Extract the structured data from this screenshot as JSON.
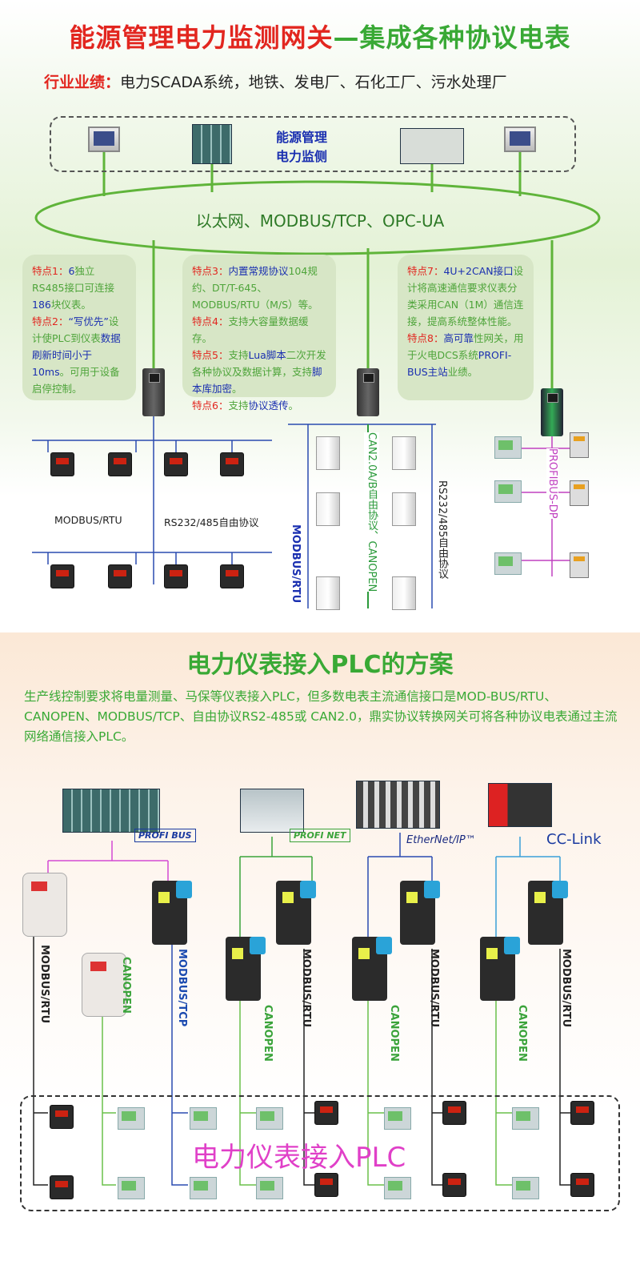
{
  "title": {
    "part1": "能源管理电力监测网关",
    "part2": "—集成各种协议电表"
  },
  "subtitle": {
    "label": "行业业绩：",
    "text": "电力SCADA系统，地铁、发电厂、石化工厂、污水处理厂"
  },
  "top_system": {
    "line1": "能源管理",
    "line2": "电力监侧"
  },
  "network": "以太网、MODBUS/TCP、OPC-UA",
  "features": {
    "box1": [
      {
        "k": "特点1：",
        "t": [
          [
            "b",
            "6"
          ],
          [
            "g",
            "独立RS485接口可连接"
          ],
          [
            "b",
            "186"
          ],
          [
            "g",
            "块仪表。"
          ]
        ]
      },
      {
        "k": "特点2：",
        "t": [
          [
            "b",
            "“写优先”"
          ],
          [
            "g",
            "设计使PLC到仪表"
          ],
          [
            "b",
            "数据刷新时间小于10ms"
          ],
          [
            "g",
            "。可用于设备启停控制。"
          ]
        ]
      }
    ],
    "box2": [
      {
        "k": "特点3：",
        "t": [
          [
            "b",
            "内置常规协议"
          ],
          [
            "g",
            "104规约、DT/T-645、MODBUS/RTU（M/S）等。"
          ]
        ]
      },
      {
        "k": "特点4：",
        "t": [
          [
            "g",
            "支持大容量数据缓存。"
          ]
        ]
      },
      {
        "k": "特点5：",
        "t": [
          [
            "g",
            "支持"
          ],
          [
            "b",
            "Lua脚本"
          ],
          [
            "g",
            "二次开发各种协议及数据计算，支持"
          ],
          [
            "b",
            "脚本库加密"
          ],
          [
            "g",
            "。"
          ]
        ]
      },
      {
        "k": "特点6：",
        "t": [
          [
            "g",
            "支持"
          ],
          [
            "b",
            "协议透传"
          ],
          [
            "g",
            "。"
          ]
        ]
      }
    ],
    "box3": [
      {
        "k": "特点7：",
        "t": [
          [
            "b",
            "4U+2CAN接口"
          ],
          [
            "g",
            "设计将高速通信要求仪表分类采用CAN（1M）通信连接，提高系统整体性能。"
          ]
        ]
      },
      {
        "k": "特点8：",
        "t": [
          [
            "b",
            "高可靠"
          ],
          [
            "g",
            "性网关，用于火电DCS系统"
          ],
          [
            "b",
            "PROFI-BUS主站"
          ],
          [
            "g",
            "业绩。"
          ]
        ]
      }
    ]
  },
  "bus_labels": {
    "modbus_rtu": "MODBUS/RTU",
    "rs232": "RS232/485自由协议",
    "mid_modbus": "MODBUS/RTU",
    "can": "CAN2.0A/B自由协议、CANOPEN",
    "rs232_v": "RS232/485自由协议",
    "profibus_dp": "PROFIBUS-DP"
  },
  "section2": {
    "title": "电力仪表接入PLC的方案",
    "paragraph": "生产线控制要求将电量测量、马保等仪表接入PLC，但多数电表主流通信接口是MOD-BUS/RTU、CANOPEN、MODBUS/TCP、自由协议RS2-485或 CAN2.0，鼎实协议转换网关可将各种协议电表通过主流网络通信接入PLC。",
    "logos": {
      "profibus": "PROFI BUS",
      "profinet": "PROFI NET",
      "ethernetip": "EtherNet/IP™",
      "cclink": "CC-Link"
    },
    "labels": [
      "MODBUS/RTU",
      "CANOPEN",
      "MODBUS/TCP",
      "CANOPEN",
      "MODBUS/RTU",
      "CANOPEN",
      "MODBUS/RTU",
      "CANOPEN",
      "MODBUS/RTU"
    ],
    "box_label": "电力仪表接入PLC"
  },
  "colors": {
    "red": "#e2261f",
    "green": "#39a935",
    "blue": "#1a2fb0",
    "pink": "#e040c8"
  }
}
